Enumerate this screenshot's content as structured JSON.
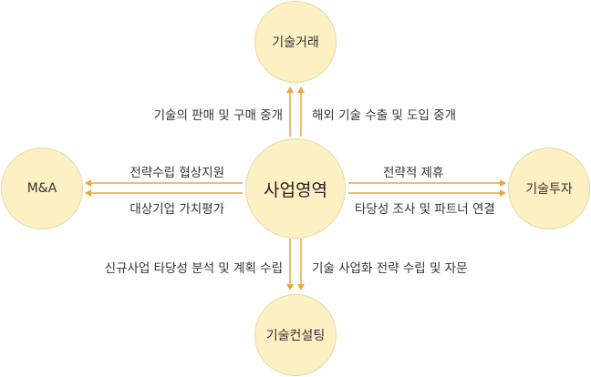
{
  "center": {
    "label": "사업영역"
  },
  "nodes": {
    "top": "기술거래",
    "left": "M&A",
    "right": "기술투자",
    "bottom": "기술컨설팅"
  },
  "labels": {
    "top_left": "기술의 판매 및 구매 중개",
    "top_right": "해외 기술 수출 및 도입 중개",
    "left_top": "전략수립 협상지원",
    "left_bottom": "대상기업 가치평가",
    "right_top": "전략적 제휴",
    "right_bottom": "타당성 조사 및 파트너 연결",
    "bottom_left": "신규사업 타당성 분석 및 계획 수립",
    "bottom_right": "기술 사업화 전략 수립 및 자문"
  },
  "colors": {
    "arrow": "#eaa644",
    "circle_fill": "#fdf0c2"
  }
}
